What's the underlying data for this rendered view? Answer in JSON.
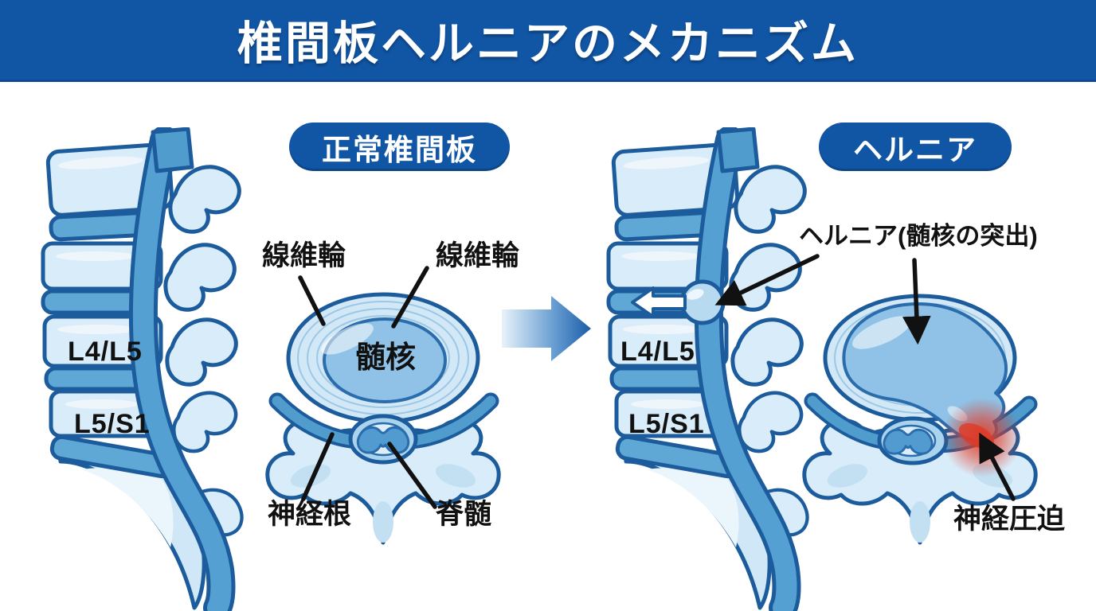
{
  "banner": {
    "title": "椎間板ヘルニアのメカニズム"
  },
  "normal_section": {
    "heading": "正常椎間板",
    "vertebra_labels": {
      "l4_l5": "L4/L5",
      "l5_s1": "L5/S1"
    },
    "annotations": {
      "annulus_left": "線維輪",
      "annulus_right": "線維輪",
      "nucleus": "髄核",
      "nerve_root": "神経根",
      "spinal_cord": "脊髄"
    }
  },
  "hernia_section": {
    "heading": "ヘルニア",
    "vertebra_labels": {
      "l4_l5": "L4/L5",
      "l5_s1": "L5/S1"
    },
    "annotations": {
      "herniation": "ヘルニア(髄核の突出)",
      "nerve_compression": "神経圧迫"
    }
  },
  "colors": {
    "banner_blue": "#1156a5",
    "outline_blue": "#1c5c9c",
    "disc_blue": "#5fa8d6",
    "canal_blue": "#55a0d2",
    "body_light_blue": "#d9ecf9",
    "annulus_light": "#d2e8f6",
    "nucleus_blue": "#8fc2e6",
    "compression_red": "#e23a26",
    "label_ink": "#111111"
  }
}
